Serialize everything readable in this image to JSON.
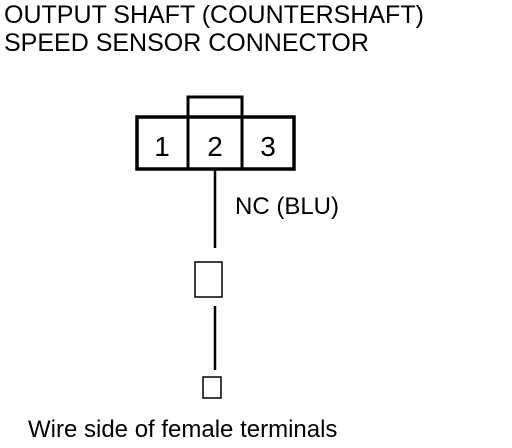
{
  "title": {
    "line1": "OUTPUT SHAFT (COUNTERSHAFT)",
    "line2": "SPEED SENSOR CONNECTOR"
  },
  "connector": {
    "pins": [
      "1",
      "2",
      "3"
    ]
  },
  "wire": {
    "label": "NC (BLU)"
  },
  "caption": "Wire side of female terminals",
  "colors": {
    "stroke": "#000000",
    "background": "#ffffff"
  }
}
